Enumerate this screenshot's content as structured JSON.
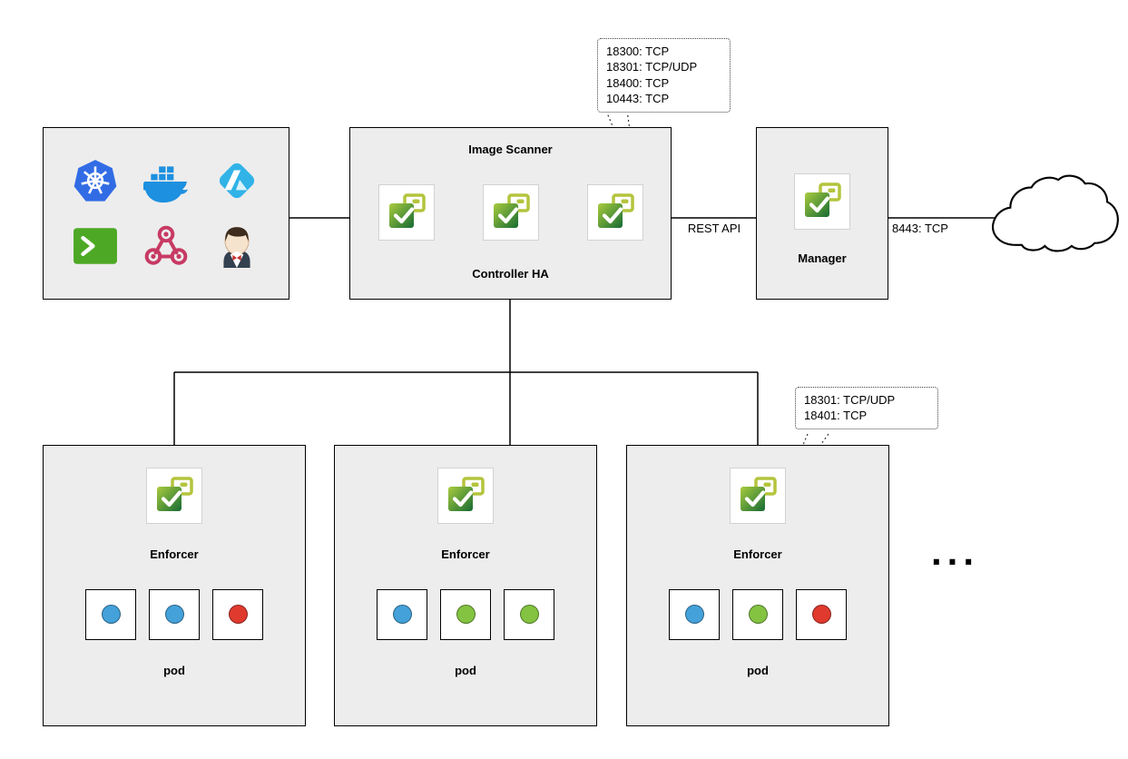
{
  "diagram": {
    "integrations": {
      "icons": [
        "kubernetes",
        "docker",
        "azure",
        "shell",
        "webhook",
        "jenkins"
      ]
    },
    "controller": {
      "title": "Image Scanner",
      "subtitle": "Controller HA",
      "instance_count": 3
    },
    "controller_callout": {
      "lines": [
        "18300: TCP",
        "18301: TCP/UDP",
        "18400: TCP",
        "10443: TCP"
      ]
    },
    "manager": {
      "label": "Manager"
    },
    "edges": {
      "controller_to_manager": "REST API",
      "manager_to_cloud": "8443: TCP"
    },
    "enforcer_callout": {
      "lines": [
        "18301: TCP/UDP",
        "18401: TCP"
      ]
    },
    "enforcers": [
      {
        "label": "Enforcer",
        "pod_label": "pod",
        "pod_colors": [
          "#44a1d9",
          "#44a1d9",
          "#e03a2f"
        ]
      },
      {
        "label": "Enforcer",
        "pod_label": "pod",
        "pod_colors": [
          "#44a1d9",
          "#83c341",
          "#83c341"
        ]
      },
      {
        "label": "Enforcer",
        "pod_label": "pod",
        "pod_colors": [
          "#44a1d9",
          "#83c341",
          "#e03a2f"
        ]
      }
    ],
    "more_indicator": "..."
  }
}
